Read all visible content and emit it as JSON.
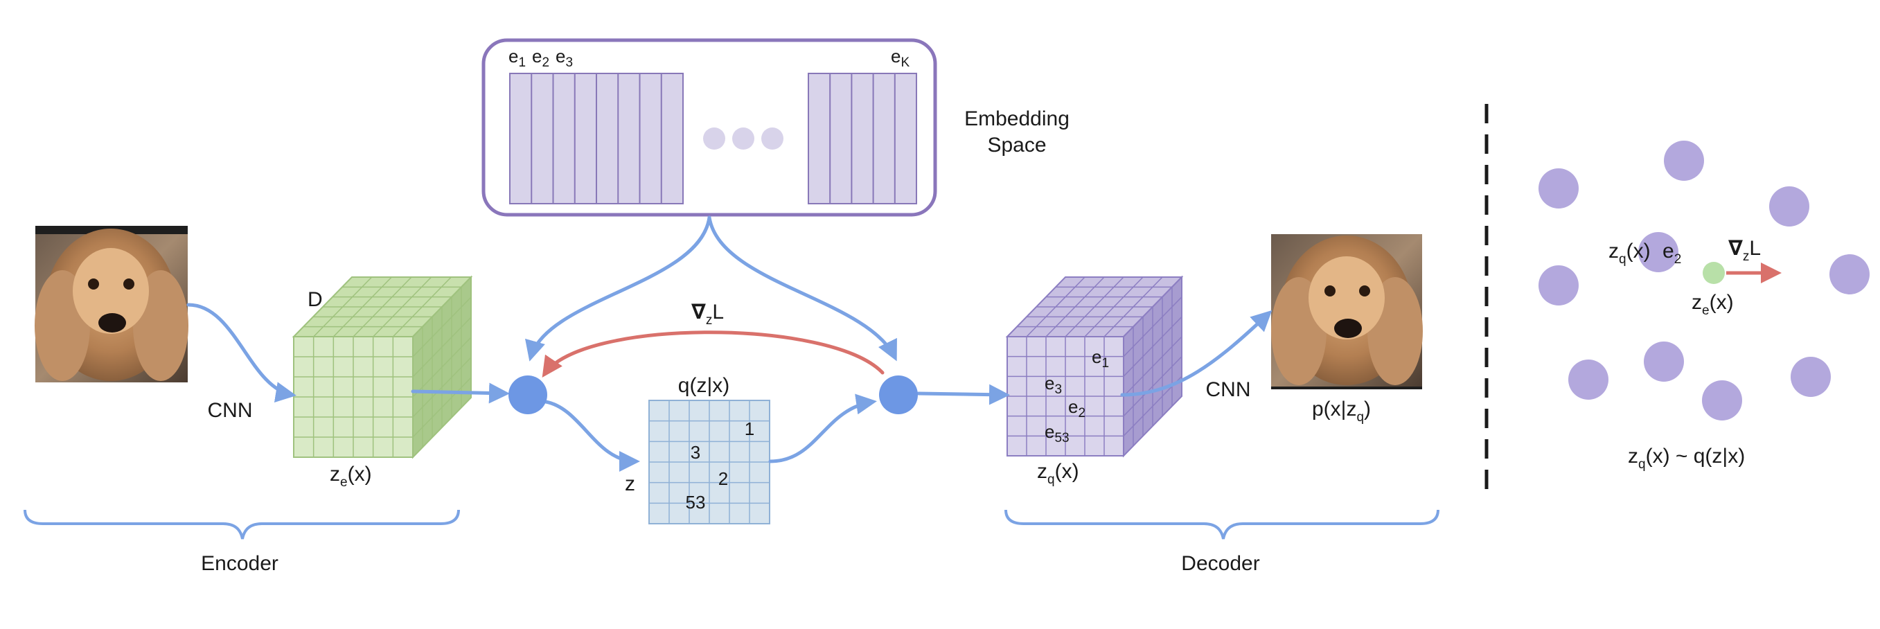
{
  "labels": {
    "embedding_title_line1": "Embedding",
    "embedding_title_line2": "Space",
    "e1": "e",
    "e1_sub": "1",
    "e2": "e",
    "e2_sub": "2",
    "e3": "e",
    "e3_sub": "3",
    "eK": "e",
    "eK_sub": "K",
    "D": "D",
    "cnn_encoder": "CNN",
    "cnn_decoder": "CNN",
    "ze_main": "z",
    "ze_sub": "e",
    "ze_tail": "(x)",
    "zq_main": "z",
    "zq_sub": "q",
    "zq_tail": "(x)",
    "grad_nabla": "∇",
    "grad_sub": "z",
    "grad_tail": "L",
    "qzx": "q(z|x)",
    "z": "z",
    "grid_vals": [
      "1",
      "3",
      "2",
      "53"
    ],
    "cube_labels": [
      {
        "main": "e",
        "sub": "1"
      },
      {
        "main": "e",
        "sub": "3"
      },
      {
        "main": "e",
        "sub": "2"
      },
      {
        "main": "e",
        "sub": "53"
      }
    ],
    "pxzq_main": "p(x|z",
    "pxzq_sub": "q",
    "pxzq_tail": ")",
    "encoder": "Encoder",
    "decoder": "Decoder",
    "right_zq_main": "z",
    "right_zq_sub": "q",
    "right_zq_tail": "(x)",
    "right_e2_main": "e",
    "right_e2_sub": "2",
    "right_grad_nabla": "∇",
    "right_grad_sub": "z",
    "right_grad_tail": "L",
    "right_ze_main": "z",
    "right_ze_sub": "e",
    "right_ze_tail": "(x)",
    "right_caption_main": "z",
    "right_caption_sub": "q",
    "right_caption_tail": "(x) ~ q(z|x)"
  },
  "colors": {
    "arrow_blue": "#7ba3e4",
    "arrow_red": "#d9716b",
    "embed_border": "#8a76bb",
    "embed_fill": "#d8d3ea",
    "embed_line": "#8878b8",
    "green_front": "#d9eac6",
    "green_top": "#c8e0ad",
    "green_side": "#a9c98b",
    "green_line": "#9fc27e",
    "purple_front": "#dad5ec",
    "purple_top": "#c8c0e2",
    "purple_side": "#a79cd0",
    "purple_line": "#8c7ec2",
    "grid_fill": "#d7e4ee",
    "grid_line": "#8fb1d6",
    "node_blue": "#6d97e4",
    "dot_purple": "#b3a8dd",
    "dot_green": "#b8e0a8"
  },
  "icons": [
    "dog-photo-input",
    "dog-photo-output"
  ]
}
